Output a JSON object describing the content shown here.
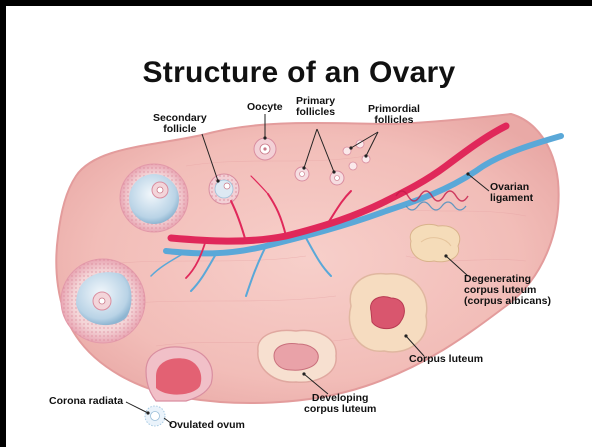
{
  "title": "Structure of an Ovary",
  "labels": {
    "secondary_follicle": [
      "Secondary",
      "follicle"
    ],
    "oocyte": [
      "Oocyte"
    ],
    "primary_follicles": [
      "Primary",
      "follicles"
    ],
    "primordial_follicles": [
      "Primordial",
      "follicles"
    ],
    "ovarian_ligament": [
      "Ovarian",
      "ligament"
    ],
    "degenerating_corpus_luteum": [
      "Degenerating",
      "corpus luteum",
      "(corpus albicans)"
    ],
    "corpus_luteum": [
      "Corpus luteum"
    ],
    "developing_corpus_luteum": [
      "Developing",
      "corpus luteum"
    ],
    "corona_radiata": [
      "Corona radiata"
    ],
    "ovulated_ovum": [
      "Ovulated ovum"
    ]
  },
  "colors": {
    "ovary_tissue": "#f4c4c0",
    "ovary_edge": "#e7a3a0",
    "artery": "#e0285a",
    "vein": "#5aa8d8",
    "antrum_fluid": "#dbe9f3",
    "corpus_luteum": "#f6dcc0",
    "corpus_albicans": "#f5dcb9"
  }
}
